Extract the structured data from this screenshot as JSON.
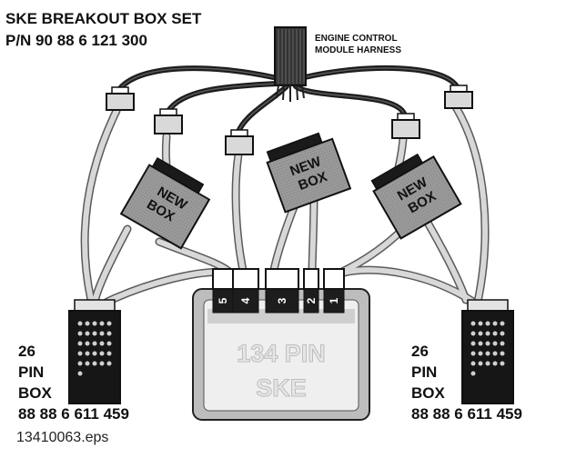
{
  "title": {
    "line1": "SKE BREAKOUT BOX SET",
    "line2": "P/N 90 88 6 121 300"
  },
  "harness": {
    "line1": "ENGINE CONTROL",
    "line2": "MODULE HARNESS"
  },
  "boxes": {
    "new_box_top": "NEW",
    "new_box_bottom": "BOX"
  },
  "ske": {
    "line1": "134 PIN",
    "line2": "SKE",
    "connectors": [
      "5",
      "4",
      "3",
      "2",
      "1"
    ]
  },
  "pin_box_left": {
    "line1": "26",
    "line2": "PIN",
    "line3": "BOX",
    "part": "88 88 6 611 459"
  },
  "pin_box_right": {
    "line1": "26",
    "line2": "PIN",
    "line3": "BOX",
    "part": "88 88 6 611 459"
  },
  "file_name": "13410063.eps",
  "colors": {
    "ink": "#111111",
    "cable_light": "#d4d4d4",
    "cable_dark": "#2a2a2a",
    "box_fill": "#a9a9a9",
    "ske_fill": "#ececec"
  }
}
